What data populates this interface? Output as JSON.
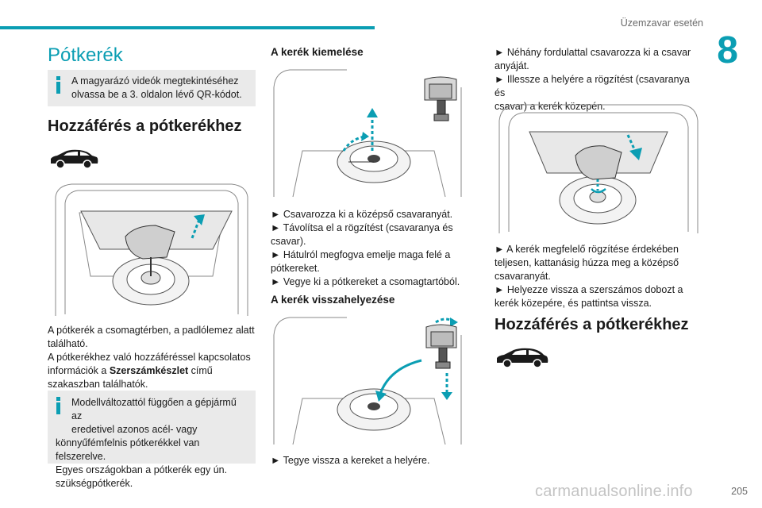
{
  "header": {
    "section": "Üzemzavar esetén",
    "chapter": "8",
    "page": "205"
  },
  "watermark": "carmanualsonline.info",
  "left": {
    "title": "Pótkerék",
    "note1": [
      "A magyarázó videók megtekintéséhez",
      "olvassa be a 3. oldalon lévő QR-kódot."
    ],
    "heading": "Hozzáférés a pótkerékhez",
    "para": [
      "A pótkerék a csomagtérben, a padlólemez alatt",
      "található.",
      "A pótkerékhez való hozzáféréssel kapcsolatos",
      "információk a ",
      "Szerszámkészlet",
      " című",
      "szakaszban találhatók."
    ],
    "note2": [
      "Modellváltozattól függően a gépjármű az",
      "eredetivel azonos acél- vagy",
      "könnyűfémfelnis pótkerékkel van felszerelve.",
      "Egyes országokban a pótkerék egy ún.",
      "szükségpótkerék."
    ]
  },
  "middle": {
    "heading1": "A kerék kiemelése",
    "steps1": [
      "► Csavarozza ki a középső csavaranyát.",
      "► Távolítsa el a rögzítést (csavaranya és",
      "csavar).",
      "► Hátulról megfogva emelje maga felé a",
      "pótkereket.",
      "► Vegye ki a pótkereket a csomagtartóból."
    ],
    "heading2": "A kerék visszahelyezése",
    "steps2": [
      "► Tegye vissza a kereket a helyére."
    ]
  },
  "right": {
    "steps1": [
      "► Néhány fordulattal csavarozza ki a csavar",
      "anyáját.",
      "► Illessze a helyére a rögzítést (csavaranya és",
      "csavar) a kerék közepén."
    ],
    "steps2": [
      "► A kerék megfelelő rögzítése érdekében",
      "teljesen, kattanásig húzza meg a középső",
      "csavaranyát.",
      "► Helyezze vissza a szerszámos dobozt a",
      "kerék közepére, és pattintsa vissza."
    ],
    "heading": "Hozzáférés a pótkerékhez"
  },
  "colors": {
    "accent": "#0b9eb3",
    "note_bg": "#eaeaea"
  }
}
